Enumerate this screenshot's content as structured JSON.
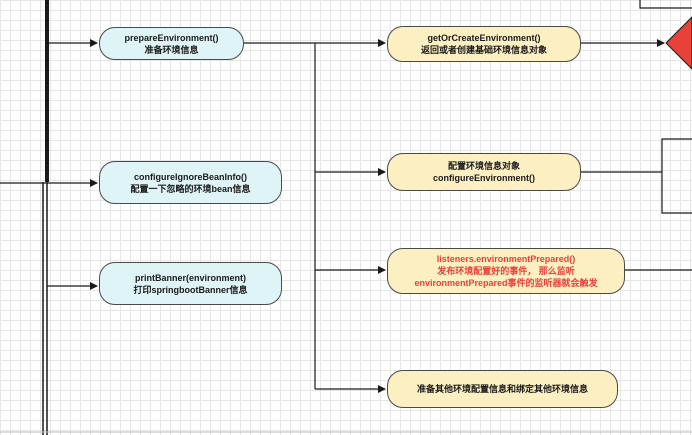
{
  "nodes": {
    "prepare_env": {
      "line1": "prepareEnvironment()",
      "line2": "准备环境信息"
    },
    "configure_ignore": {
      "line1": "configureIgnoreBeanInfo()",
      "line2": "配置一下忽略的环境bean信息"
    },
    "print_banner": {
      "line1": "printBanner(environment)",
      "line2": "打印springbootBanner信息"
    },
    "get_or_create": {
      "line1": "getOrCreateEnvironment()",
      "line2": "返回或者创建基础环境信息对象"
    },
    "configure_env": {
      "line1": "配置环境信息对象",
      "line2": "configureEnvironment()"
    },
    "env_prepared": {
      "line1": "listeners.environmentPrepared()",
      "line2": "发布环境配置好的事件， 那么监听",
      "line3": "environmentPrepared事件的监听器就会触发"
    },
    "bind_other": {
      "line1": "准备其他环境配置信息和绑定其他环境信息"
    }
  },
  "colors": {
    "cyan_fill": "#dff4f6",
    "yellow_fill": "#fcf0c3",
    "highlight_text": "#e8413a",
    "decision_fill": "#e8413a"
  }
}
